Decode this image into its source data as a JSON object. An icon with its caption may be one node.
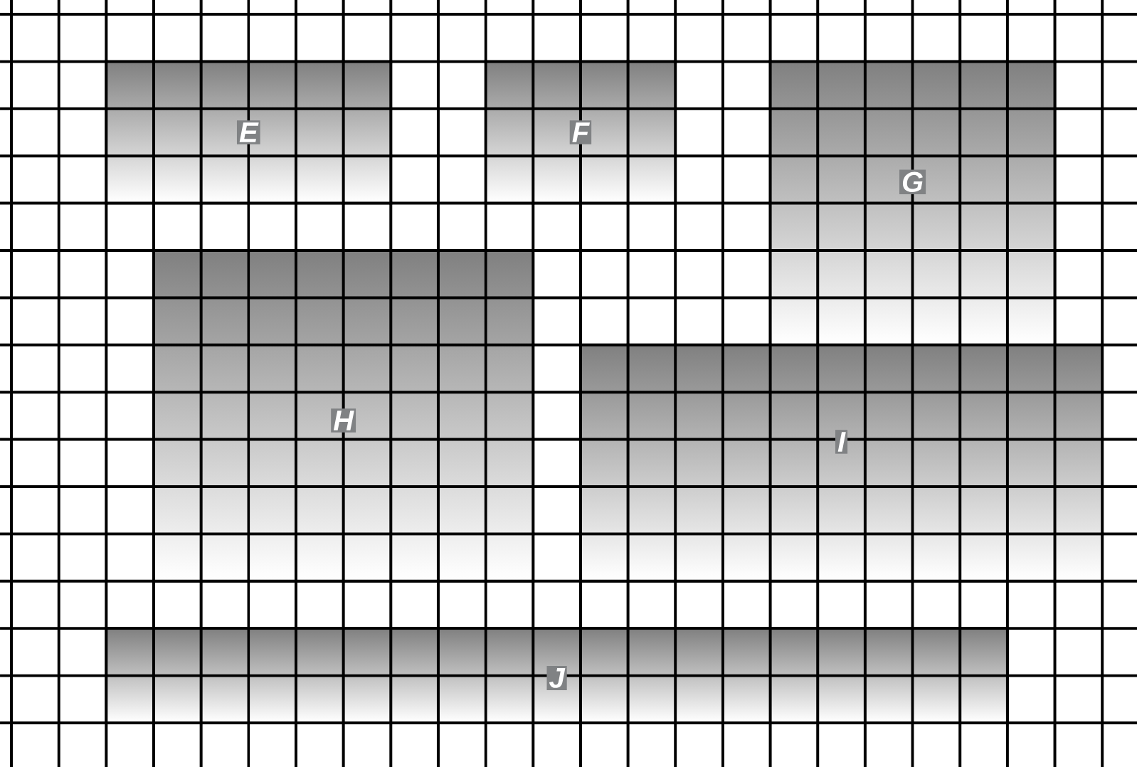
{
  "diagram": {
    "nodes": [
      {
        "text": [
          "E"
        ]
      },
      {
        "text": [
          "F"
        ]
      },
      {
        "text": [
          "G"
        ]
      },
      {
        "text": [
          "H"
        ]
      },
      {
        "text": [
          "I"
        ]
      },
      {
        "text": [
          "J"
        ]
      }
    ]
  }
}
